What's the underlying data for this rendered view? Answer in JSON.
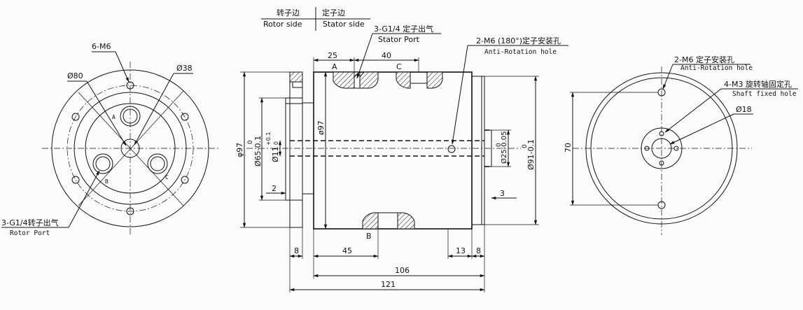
{
  "header": {
    "rotor_side_cn": "转子边",
    "rotor_side_en": "Rotor side",
    "stator_side_cn": "定子边",
    "stator_side_en": "Stator side"
  },
  "left_view": {
    "bolt_label": "6-M6",
    "outer_dia": "Ø80",
    "inner_dia": "Ø38",
    "port_a": "A",
    "port_b": "B",
    "port_c": "C",
    "rotor_port_cn": "3-G1/4转子出气",
    "rotor_port_en": "Rotor Port"
  },
  "side_view": {
    "stator_port_cn": "3-G1/4 定子出气",
    "stator_port_en": "Stator Port",
    "anti_rotation_cn": "2-M6 (180°)定子安装孔",
    "anti_rotation_en": "Anti-Rotation hole",
    "dim_25": "25",
    "dim_40": "40",
    "label_a": "A",
    "label_c": "C",
    "label_b": "B",
    "dim_97_left": "φ97",
    "dim_65": "Ø65-0.1",
    "dim_65_zero": "0",
    "dim_11": "Ø11",
    "dim_11_tol": "+0.1",
    "dim_11_zero": "0",
    "dim_97_mid": "ø97",
    "dim_2": "2",
    "dim_25_right": "Ø25-0.05",
    "dim_25_zero": "0",
    "dim_91": "Ø91-0.1",
    "dim_91_zero": "0",
    "dim_3": "3",
    "dim_8_left": "8",
    "dim_45": "45",
    "dim_13": "13",
    "dim_8_right": "8",
    "dim_106": "106",
    "dim_121": "121"
  },
  "right_view": {
    "mount_cn": "2-M6 定子安装孔",
    "mount_en": "Anti-Rotation hole",
    "shaft_cn": "4-M3 旋转轴固定孔",
    "shaft_en": "Shaft fixed hole",
    "dim_18": "Ø18",
    "dim_70": "70"
  }
}
